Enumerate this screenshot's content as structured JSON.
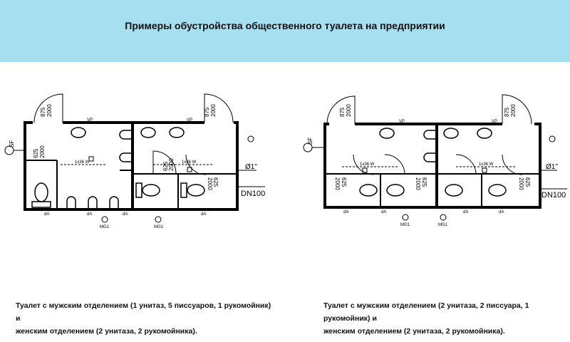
{
  "header": {
    "title": "Примеры обустройства общественного туалета на предприятии",
    "bg_color": "#a6dff0"
  },
  "plan_left": {
    "door_size": [
      "875",
      "2000"
    ],
    "door_size_2": [
      "875",
      "2000"
    ],
    "window_size": [
      "625",
      "2000"
    ],
    "stall_size_1": [
      "625",
      "2000"
    ],
    "stall_size_2": [
      "625",
      "2000"
    ],
    "lamp_label_1": "1x36 W",
    "lamp_label_2": "1x36 W",
    "vp_label": "VP",
    "sf_label": "SF",
    "pipe_label": "Ø1\"",
    "drain_label": "DN100",
    "floor_label": "dA",
    "mg_label": "MG1",
    "caption_line1": "Туалет с мужским отделением (1 унитаз, 5 писсуаров, 1 рукомойник) и",
    "caption_line2": "женским отделением (2 унитаза, 2 рукомойника)."
  },
  "plan_right": {
    "door_size": [
      "875",
      "2000"
    ],
    "door_size_2": [
      "875",
      "2000"
    ],
    "stall_size_1": [
      "625",
      "2000"
    ],
    "stall_size_2": [
      "625",
      "2000"
    ],
    "stall_size_3": [
      "625",
      "2000"
    ],
    "lamp_label_1": "1x36 W",
    "lamp_label_2": "1x36 W",
    "vp_label": "VP",
    "sf_label": "SF",
    "pipe_label": "Ø1\"",
    "drain_label": "DN100",
    "floor_label": "dA",
    "mg_label": "MG1",
    "caption_line1": "Туалет с мужским отделением (2 унитаза, 2 писсуара, 1 рукомойник) и",
    "caption_line2": "женским отделением (2 унитаза, 2 рукомойника)."
  }
}
